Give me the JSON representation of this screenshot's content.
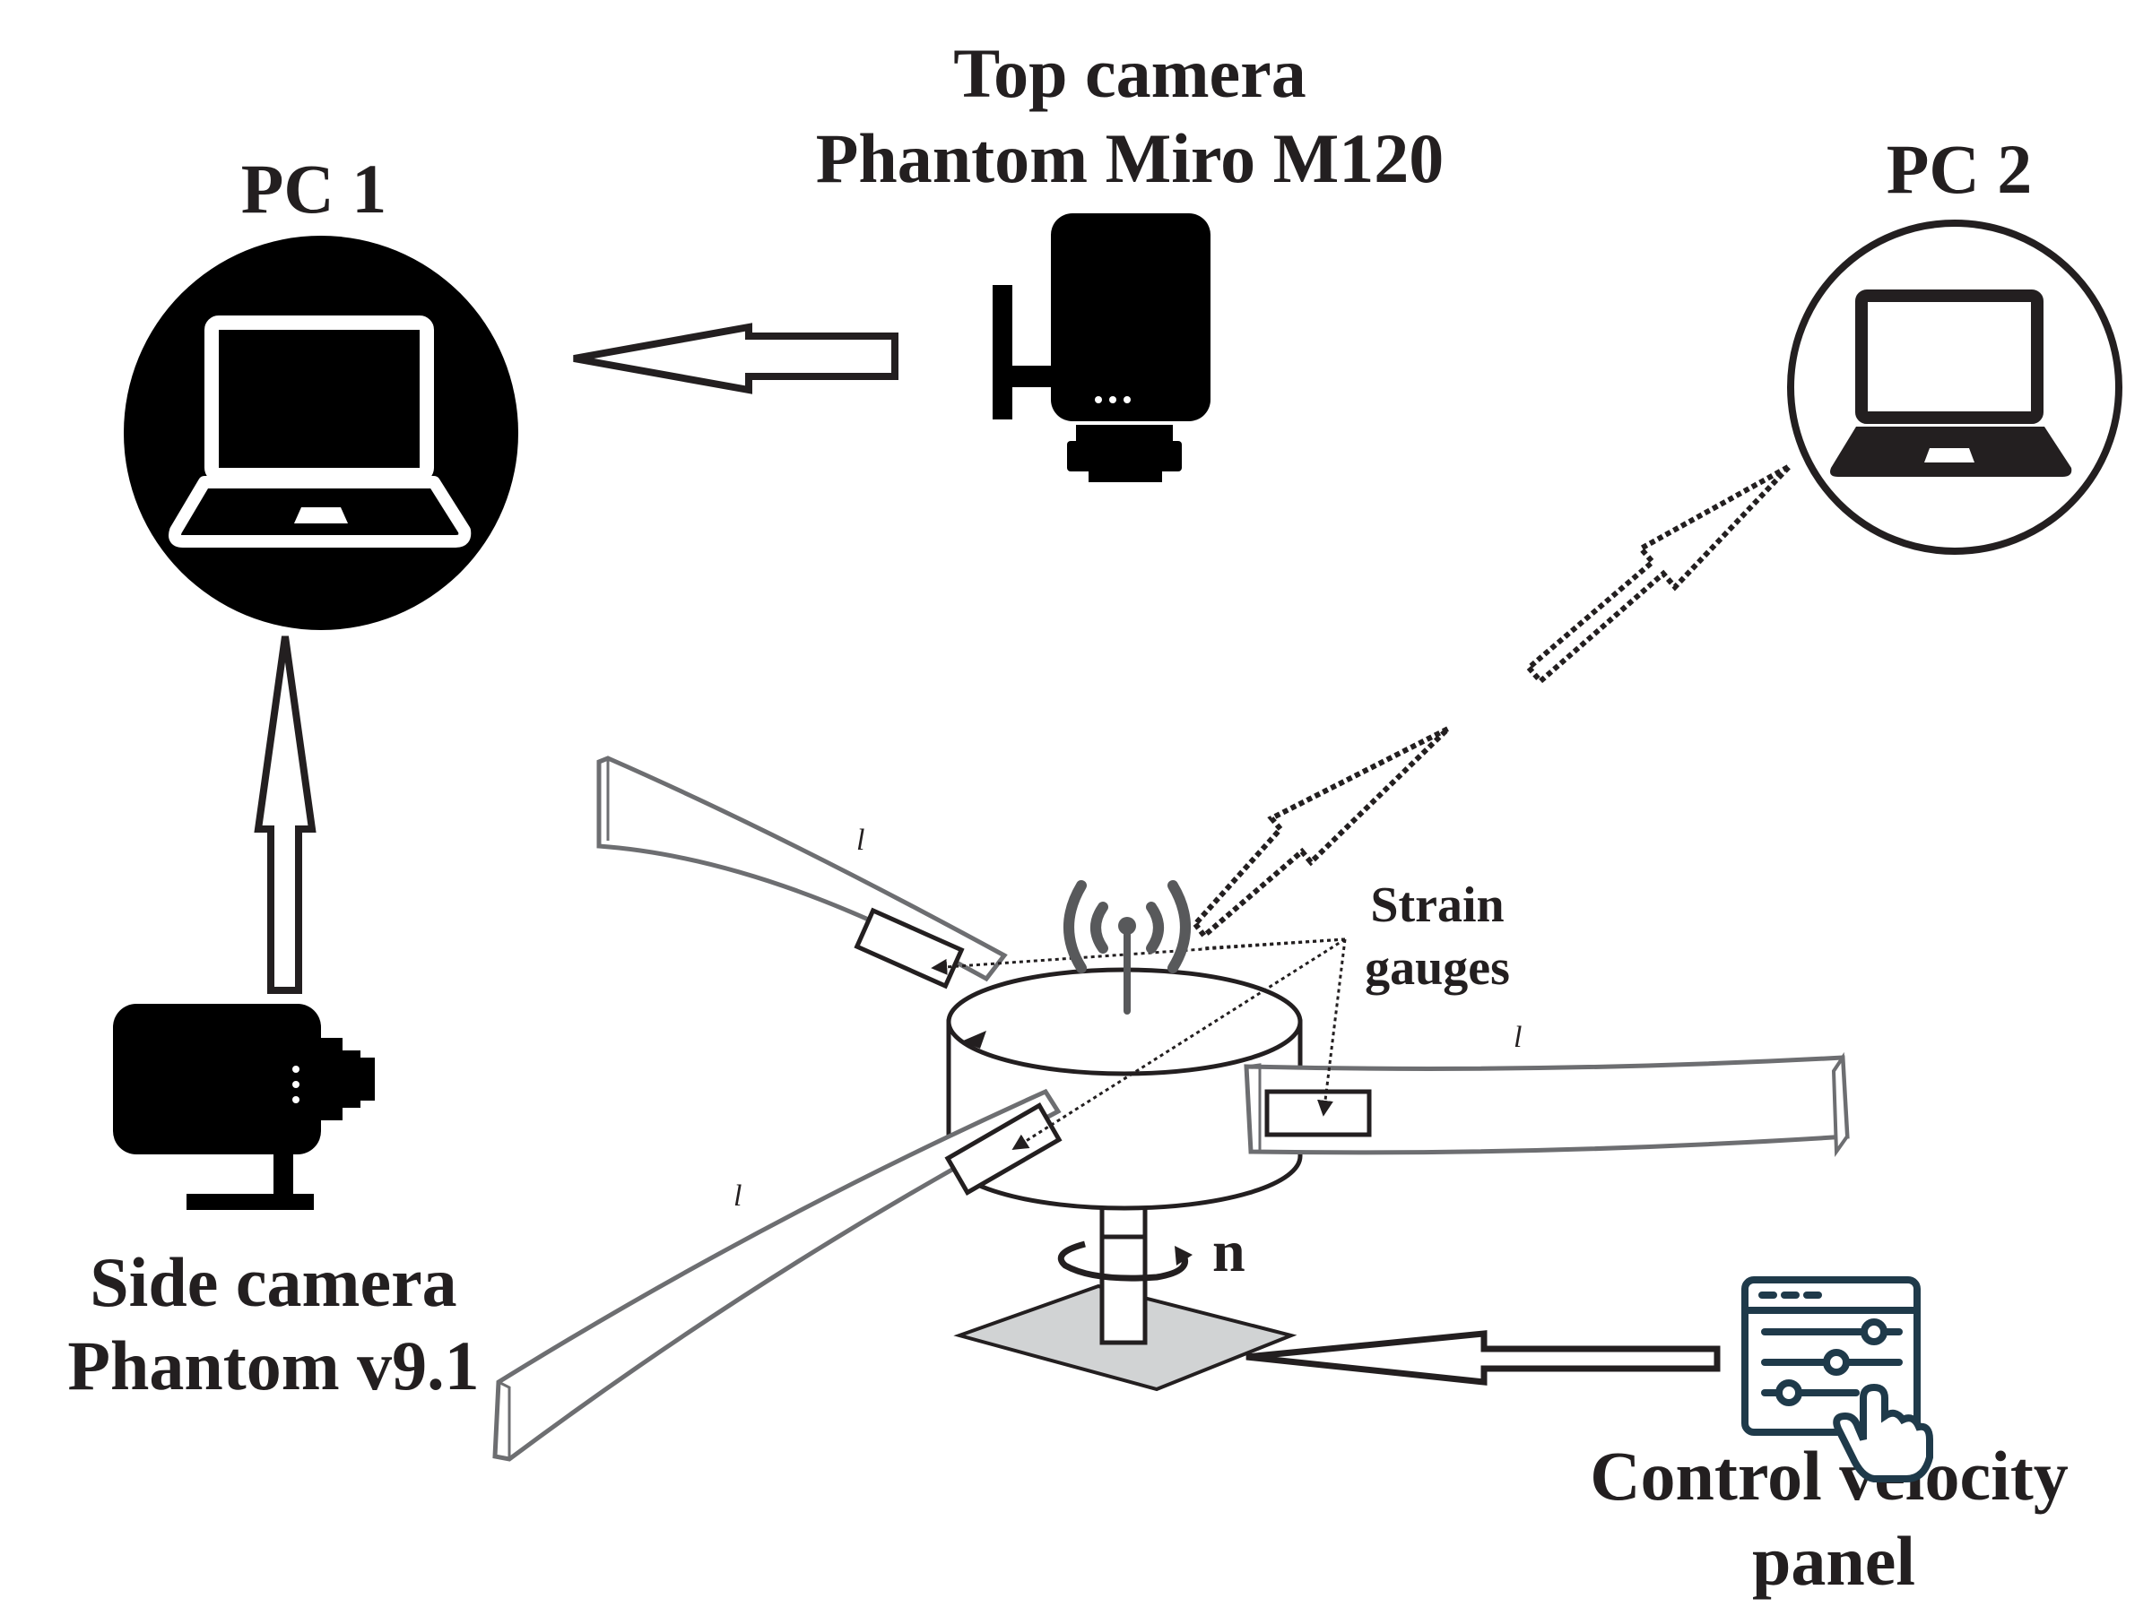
{
  "labels": {
    "top_camera_line1": "Top camera",
    "top_camera_line2": "Phantom Miro M120",
    "pc1": "PC 1",
    "pc2": "PC 2",
    "side_camera_line1": "Side camera",
    "side_camera_line2": "Phantom v9.1",
    "strain_line1": "Strain",
    "strain_line2": "gauges",
    "control_line1": "Control velocity",
    "control_line2": "panel",
    "rotation": "n",
    "length_label": "l"
  },
  "colors": {
    "ink": "#231f20",
    "beam_outline": "#6d6e71",
    "base_plate": "#d1d3d4",
    "wireless_icon": "#58595b",
    "panel_icon": "#1f3a4a"
  },
  "icons": [
    "laptop-icon",
    "camera-icon",
    "wireless-antenna-icon",
    "control-panel-icon",
    "rotation-arrow-icon"
  ]
}
